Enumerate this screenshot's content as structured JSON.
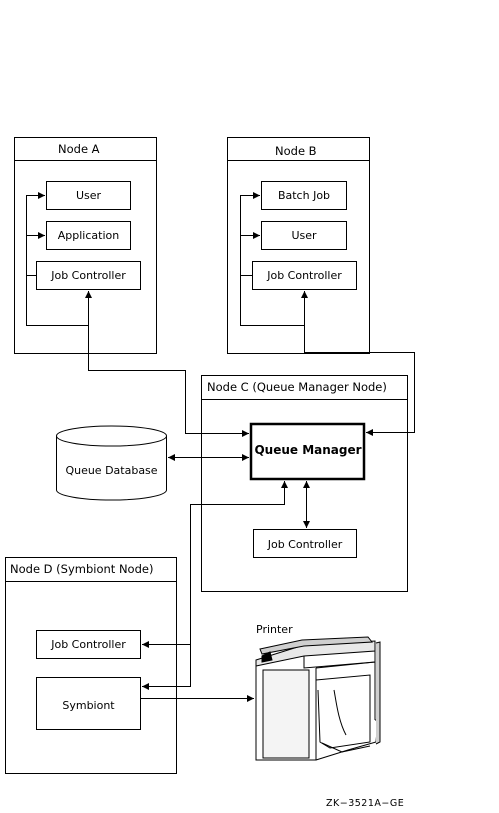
{
  "node_a": {
    "title": "Node A",
    "user": "User",
    "application": "Application",
    "job_controller": "Job Controller"
  },
  "node_b": {
    "title": "Node B",
    "batch_job": "Batch Job",
    "user": "User",
    "job_controller": "Job Controller"
  },
  "node_c": {
    "title": "Node C (Queue Manager Node)",
    "queue_manager": "Queue Manager",
    "job_controller": "Job Controller"
  },
  "queue_database": "Queue Database",
  "node_d": {
    "title": "Node D (Symbiont Node)",
    "job_controller": "Job Controller",
    "symbiont": "Symbiont"
  },
  "printer": {
    "label": "Printer"
  },
  "figure_id": "ZK−3521A−GE",
  "colors": {
    "stroke": "#000000",
    "background": "#ffffff"
  }
}
